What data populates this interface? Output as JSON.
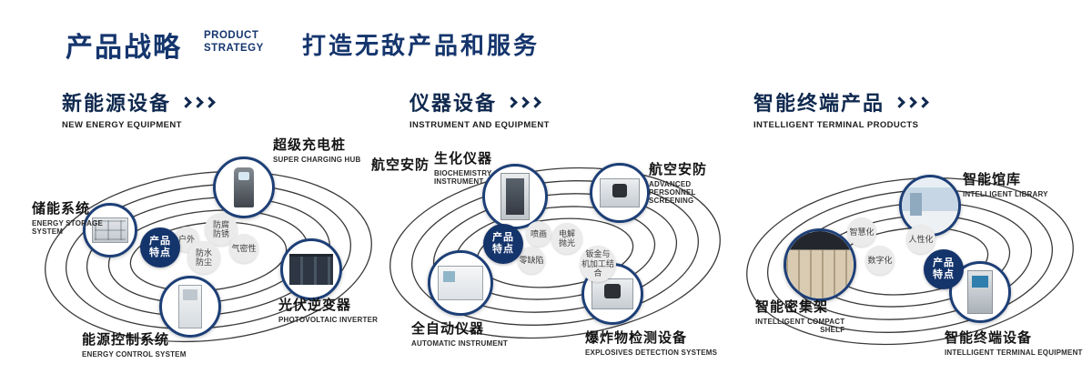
{
  "header": {
    "title": "产品战略",
    "subtitle_line1": "PRODUCT",
    "subtitle_line2": "STRATEGY",
    "slogan": "打造无敌产品和服务"
  },
  "colors": {
    "accent_navy": "#15356d",
    "ring_gray": "#3a3a3a",
    "bubble_gray": "#ebebeb"
  },
  "sections": [
    {
      "title": "新能源设备",
      "subtitle": "NEW ENERGY EQUIPMENT",
      "badge_line1": "产品",
      "badge_line2": "特点",
      "features": [
        {
          "label": "户外"
        },
        {
          "label": "防腐\n防锈"
        },
        {
          "label": "气密性"
        },
        {
          "label": "防水\n防尘"
        }
      ],
      "products": [
        {
          "name": "超级充电桩",
          "en": "SUPER CHARGING HUB"
        },
        {
          "name": "储能系统",
          "en": "ENERGY STORAGE\nSYSTEM"
        },
        {
          "name": "光伏逆变器",
          "en": "PHOTOVOLTAIC INVERTER"
        },
        {
          "name": "能源控制系统",
          "en": "ENERGY CONTROL SYSTEM"
        }
      ]
    },
    {
      "title": "仪器设备",
      "subtitle": "INSTRUMENT AND EQUIPMENT",
      "badge_line1": "产品",
      "badge_line2": "特点",
      "extra_label": "航空安防",
      "features": [
        {
          "label": "喷画"
        },
        {
          "label": "电解\n抛光"
        },
        {
          "label": "零缺陷"
        },
        {
          "label": "钣金与\n机加工结合"
        }
      ],
      "products": [
        {
          "name": "生化仪器",
          "en": "BIOCHEMISTRY\nINSTRUMENT"
        },
        {
          "name": "航空安防",
          "en": "ADVANCED PERSONNEL\nSCREENING"
        },
        {
          "name": "全自动仪器",
          "en": "AUTOMATIC INSTRUMENT"
        },
        {
          "name": "爆炸物检测设备",
          "en": "EXPLOSIVES DETECTION SYSTEMS"
        }
      ]
    },
    {
      "title": "智能终端产品",
      "subtitle": "INTELLIGENT TERMINAL PRODUCTS",
      "badge_line1": "产品",
      "badge_line2": "特点",
      "features": [
        {
          "label": "智慧化"
        },
        {
          "label": "人性化"
        },
        {
          "label": "数字化"
        }
      ],
      "products": [
        {
          "name": "智能馆库",
          "en": "INTELLIGENT LIBRARY"
        },
        {
          "name": "智能密集架",
          "en": "INTELLIGENT COMPACT\nSHELF"
        },
        {
          "name": "智能终端设备",
          "en": "INTELLIGENT TERMINAL EQUIPMENT"
        }
      ]
    }
  ]
}
